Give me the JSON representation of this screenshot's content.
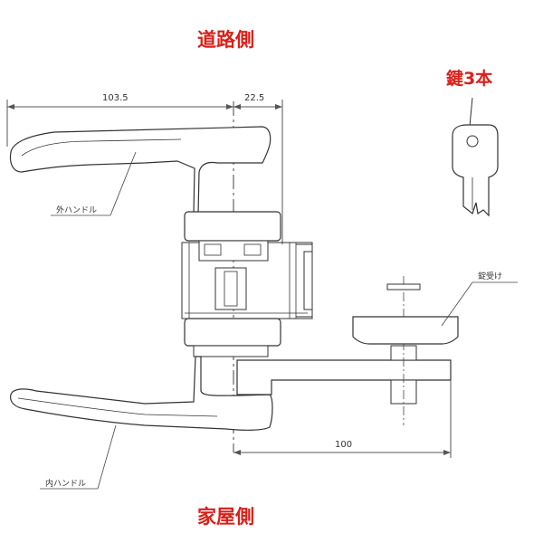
{
  "labels": {
    "road_side": "道路側",
    "house_side": "家屋側",
    "key3": "鍵3本",
    "outer_handle": "外ハンドル",
    "inner_handle": "内ハンドル",
    "latch_receiver": "錠受け"
  },
  "dimensions": {
    "lever_length": "103.5",
    "backset_offset": "22.5",
    "bottom_width": "100"
  },
  "colors": {
    "label_red": "#d9201a",
    "line": "#333333",
    "dim_line": "#555555"
  }
}
